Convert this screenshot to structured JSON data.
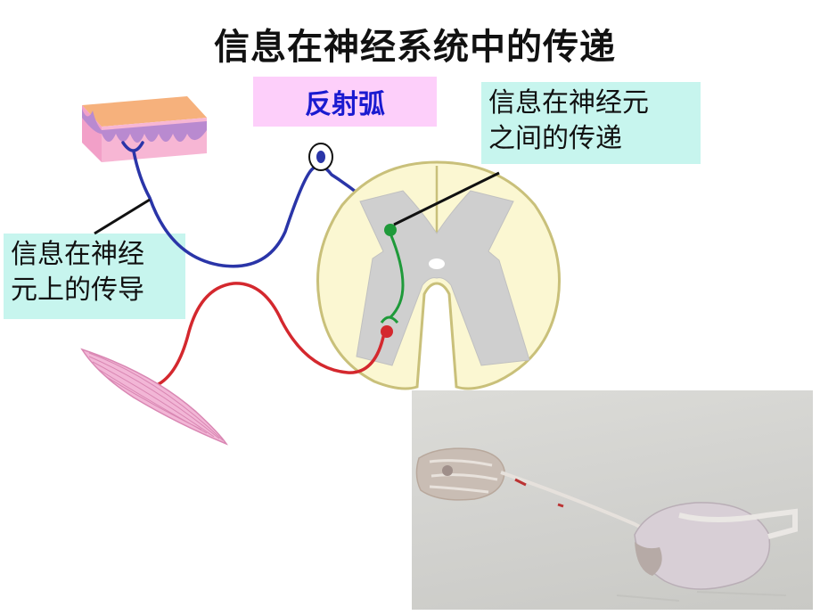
{
  "slide": {
    "title": "信息在神经系统中的传递",
    "reflex_arc_label": "反射弧",
    "callout_between_neurons": [
      "信息在神经元",
      "之间的传递"
    ],
    "callout_along_neuron": [
      "信息在神经",
      "元上的传导"
    ]
  },
  "colors": {
    "afferent_neuron": "#2a35a8",
    "efferent_neuron": "#d4282e",
    "interneuron": "#1f9a3a",
    "callout_bg": "#c7f5ee",
    "label_bg": "#fdcffa",
    "label_text": "#1a1ad0",
    "spinal_cord_fill": "#fbf7d2",
    "spinal_cord_outline": "#c9c07a",
    "gray_matter": "#cfcfcf"
  },
  "photo": {
    "subject": "frog-nerve-muscle-specimen-photo"
  }
}
